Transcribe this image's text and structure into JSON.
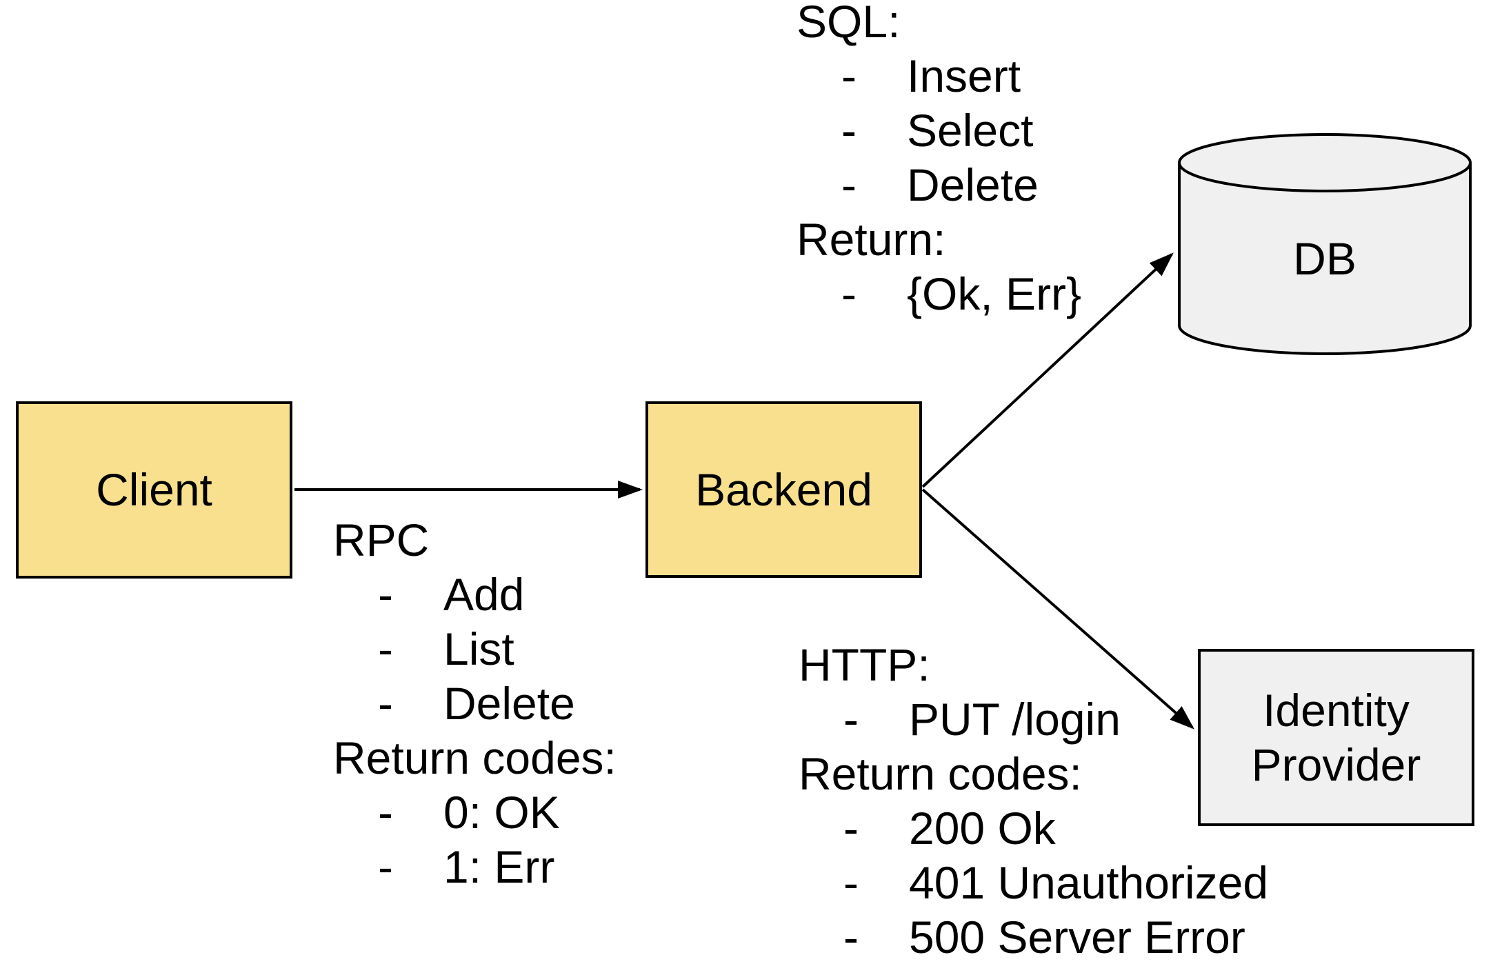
{
  "nodes": {
    "client": {
      "label": "Client",
      "fill": "#f8e08e"
    },
    "backend": {
      "label": "Backend",
      "fill": "#f8e08e"
    },
    "db": {
      "label": "DB",
      "fill": "#f0f0f0"
    },
    "identity_provider": {
      "label": "Identity Provider",
      "fill": "#f0f0f0"
    }
  },
  "annotations": {
    "bullet_char": "-",
    "sql": {
      "heading": "SQL:",
      "items": [
        "Insert",
        "Select",
        "Delete"
      ],
      "return_heading": "Return:",
      "return_items": [
        "{Ok, Err}"
      ]
    },
    "rpc": {
      "heading": "RPC",
      "items": [
        "Add",
        "List",
        "Delete"
      ],
      "return_heading": "Return codes:",
      "return_items": [
        "0: OK",
        "1: Err"
      ]
    },
    "http": {
      "heading": "HTTP:",
      "items": [
        "PUT /login"
      ],
      "return_heading": "Return codes:",
      "return_items": [
        "200 Ok",
        "401 Unauthorized",
        "500 Server Error"
      ]
    }
  },
  "colors": {
    "background": "#ffffff",
    "border": "#000000",
    "arrow": "#000000",
    "text": "#000000",
    "yellow_fill": "#f8e08e",
    "gray_fill": "#f0f0f0"
  }
}
